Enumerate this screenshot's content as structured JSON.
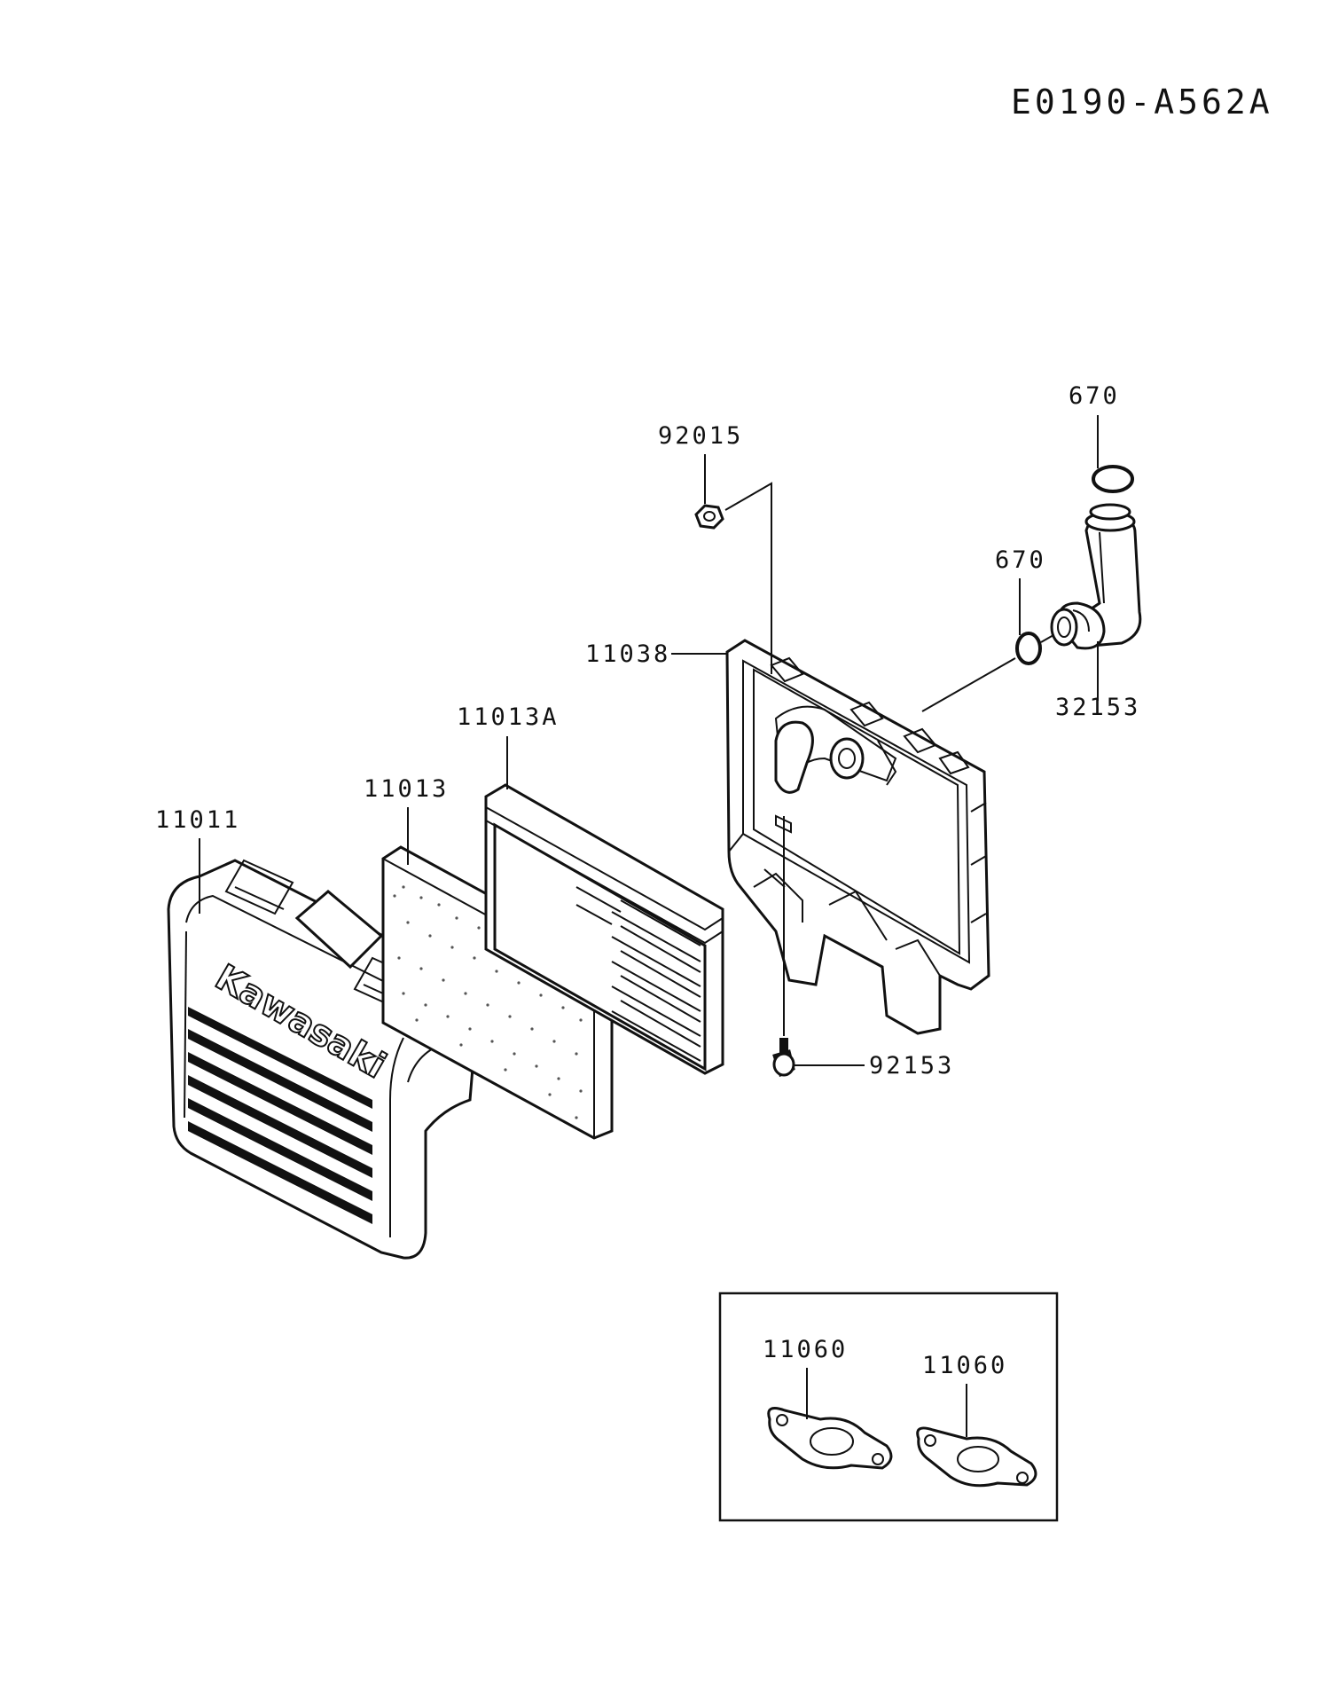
{
  "diagram_code": "E0190-A562A",
  "brand_text": "Kawasaki",
  "callouts": {
    "c11011": "11011",
    "c11013": "11013",
    "c11013A": "11013A",
    "c11038": "11038",
    "c92015": "92015",
    "c92153": "92153",
    "c670_top": "670",
    "c670_mid": "670",
    "c32153": "32153",
    "c11060_left": "11060",
    "c11060_right": "11060"
  }
}
